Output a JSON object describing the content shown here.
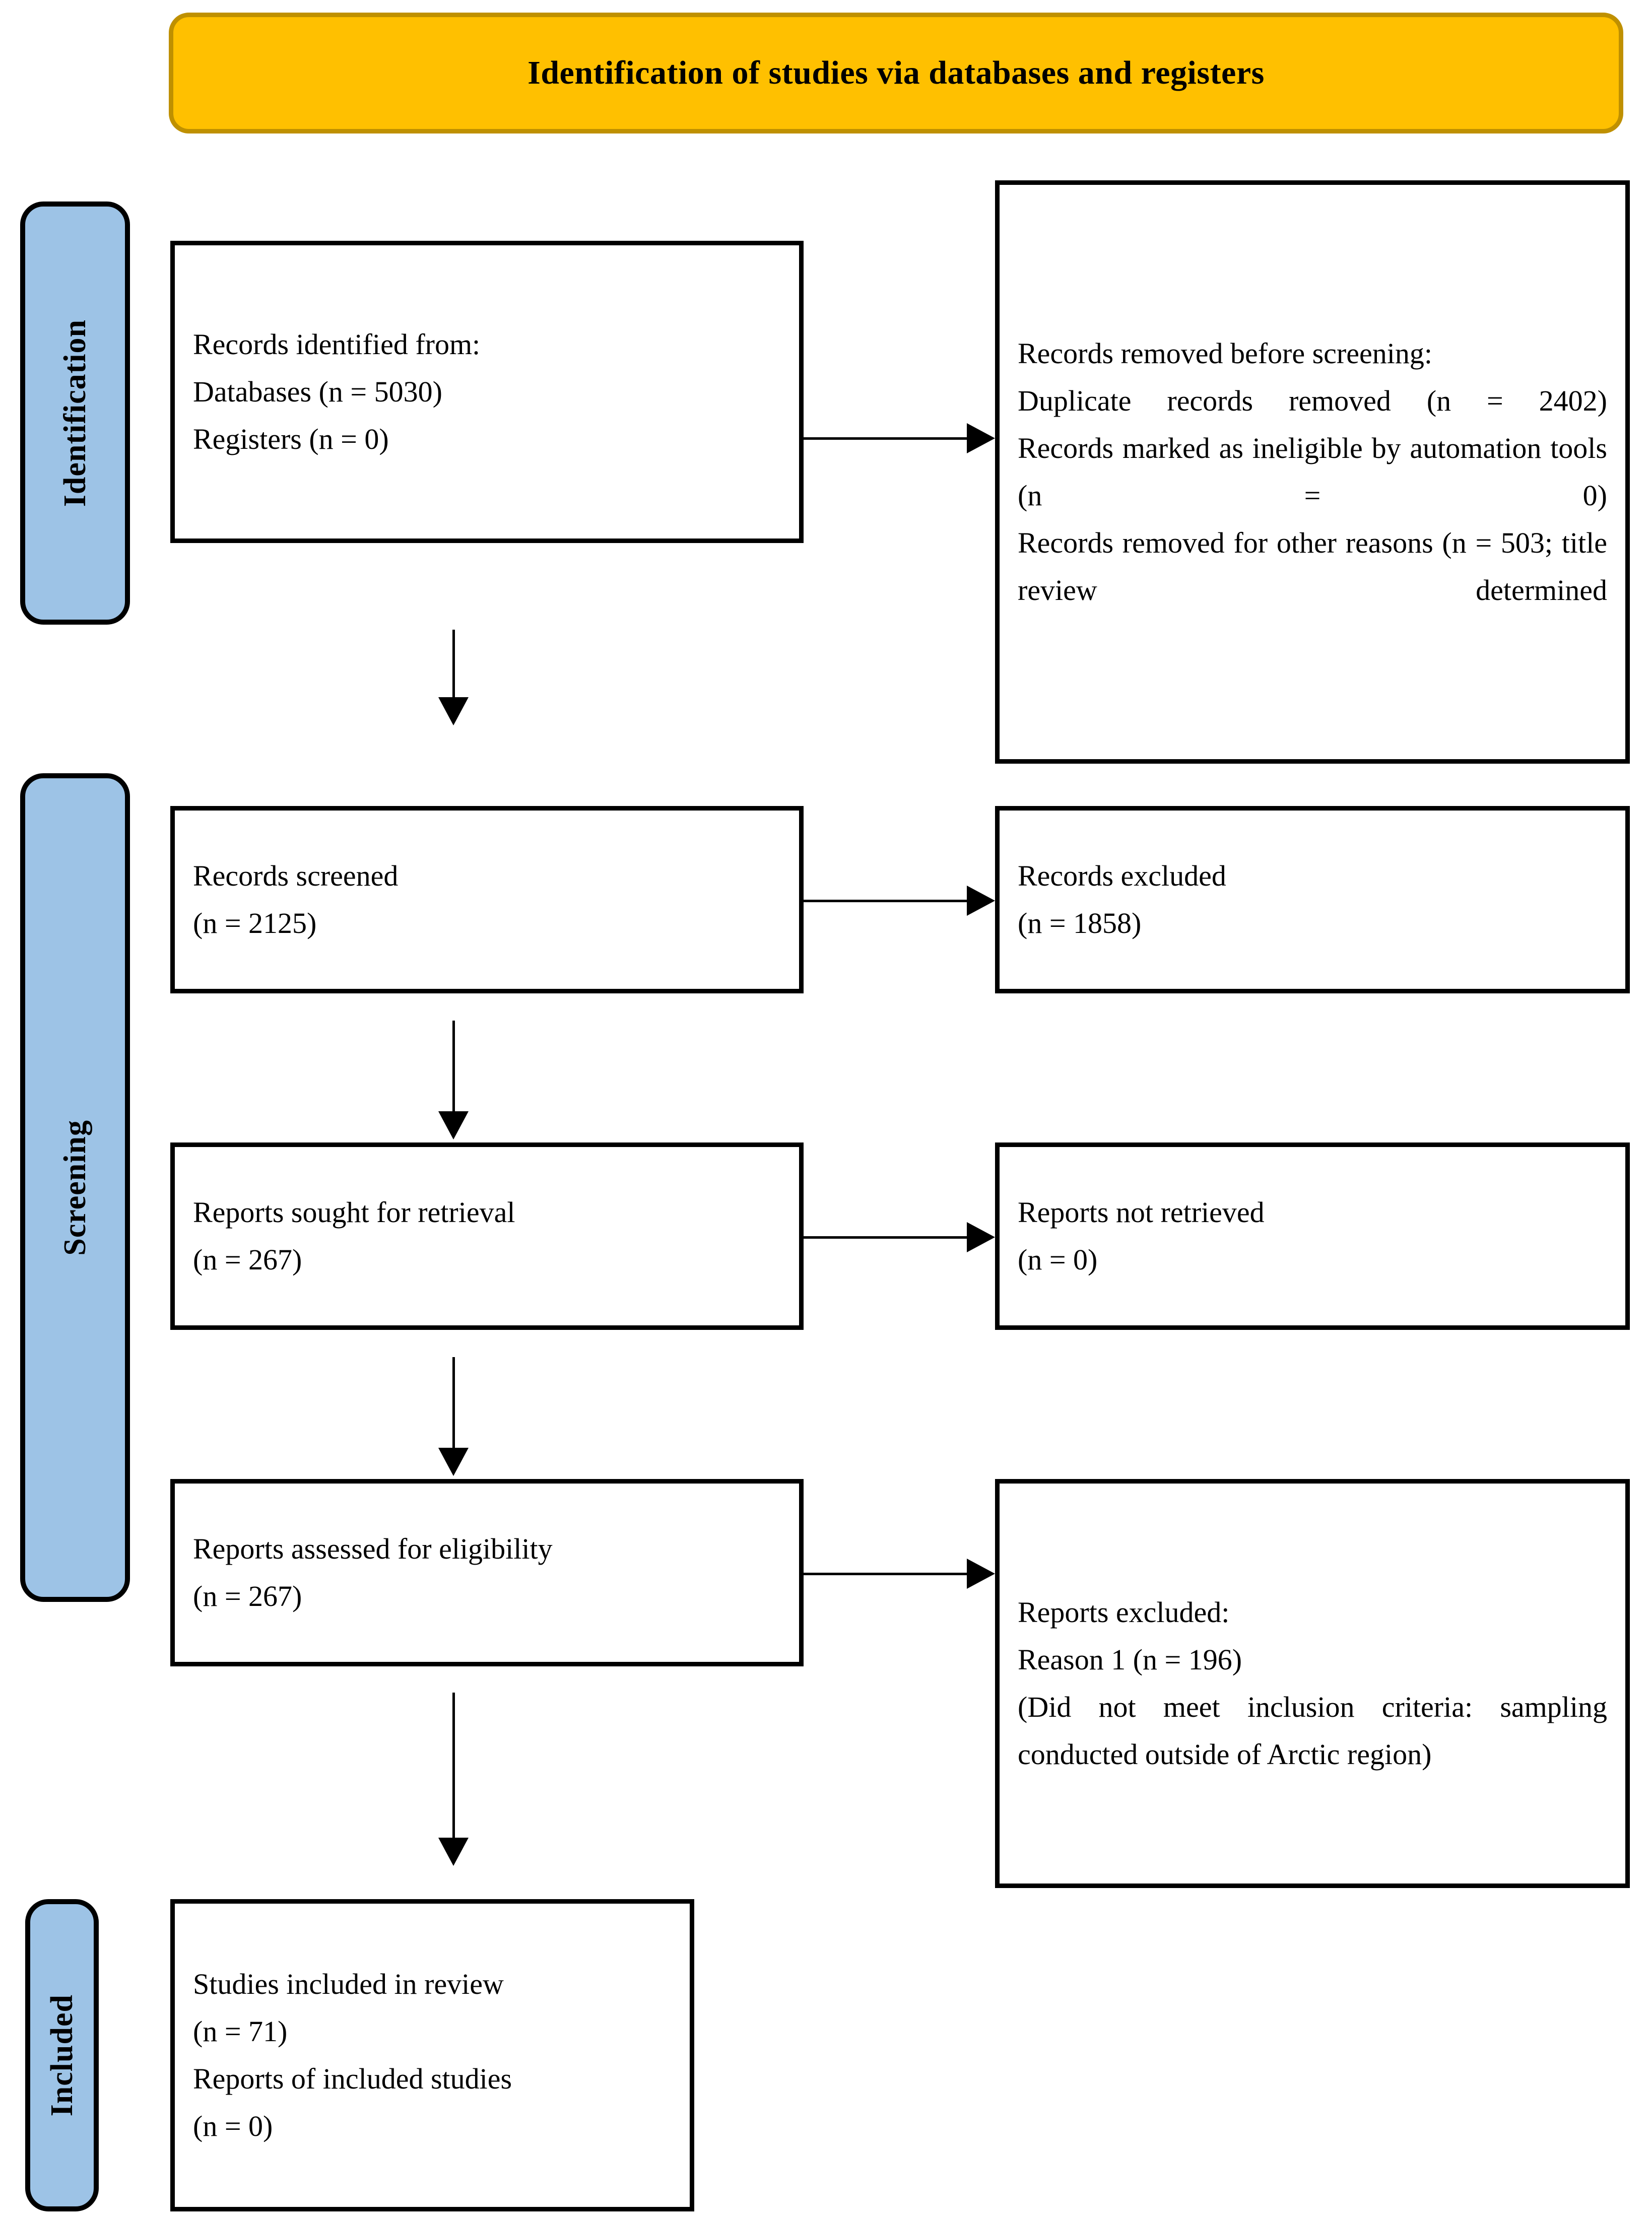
{
  "banner": {
    "title": "Identification of studies via databases and registers",
    "fill_color": "#FFC000",
    "border_color": "#BF9000"
  },
  "stages": {
    "identification_label": "Identification",
    "screening_label": "Screening",
    "included_label": "Included",
    "fill_color": "#9DC3E6",
    "border_color": "#000000"
  },
  "boxes": {
    "identified": {
      "line1": "Records identified from:",
      "line2": "Databases (n = 5030)",
      "line3": "Registers (n = 0)"
    },
    "removed_before_screening": {
      "line1": "Records removed before screening:",
      "line2": "Duplicate records removed (n = 2402)",
      "line3": "Records marked as ineligible by automation tools (n = 0)",
      "line4": "Records removed for other reasons (n = 503; title review determined"
    },
    "records_screened": {
      "line1": "Records screened",
      "line2": "(n = 2125)"
    },
    "records_excluded": {
      "line1": "Records excluded",
      "line2": "(n = 1858)"
    },
    "reports_sought": {
      "line1": "Reports sought for retrieval",
      "line2": "(n = 267)"
    },
    "reports_not_retrieved": {
      "line1": "Reports not retrieved",
      "line2": "(n = 0)"
    },
    "reports_assessed": {
      "line1": "Reports assessed for eligibility",
      "line2": "(n = 267)"
    },
    "reports_excluded": {
      "line1": "Reports excluded:",
      "line2": "Reason 1 (n = 196)",
      "line3": "(Did not meet inclusion criteria: sampling conducted outside of Arctic region)"
    },
    "studies_included": {
      "line1": "Studies included in review",
      "line2": "(n = 71)",
      "line3": "Reports of included studies",
      "line4": "(n = 0)"
    }
  }
}
